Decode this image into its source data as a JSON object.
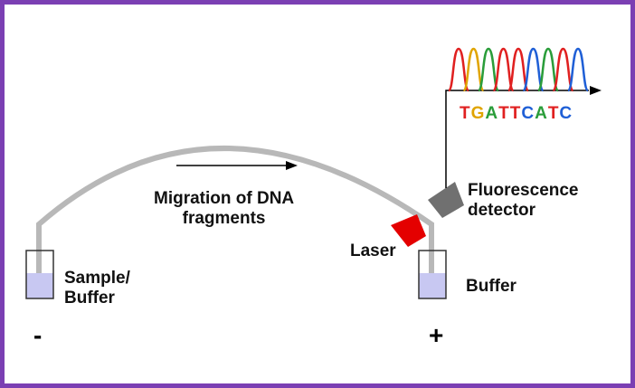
{
  "labels": {
    "migration": "Migration of DNA\nfragments",
    "fluorescence": "Fluorescence\ndetector",
    "laser": "Laser",
    "sample_buffer": "Sample/\nBuffer",
    "buffer": "Buffer",
    "minus": "-",
    "plus": "+"
  },
  "sequence": {
    "bases": [
      "T",
      "G",
      "A",
      "T",
      "T",
      "C",
      "A",
      "T",
      "C"
    ],
    "colors": {
      "A": "#2a9d3a",
      "C": "#1f5fd6",
      "G": "#e0a400",
      "T": "#e02020"
    }
  },
  "colors": {
    "frame": "#7b3fb3",
    "capillary": "#b8b8b8",
    "buffer_liquid": "#c8c8f2",
    "laser": "#e40000",
    "detector": "#707070"
  }
}
